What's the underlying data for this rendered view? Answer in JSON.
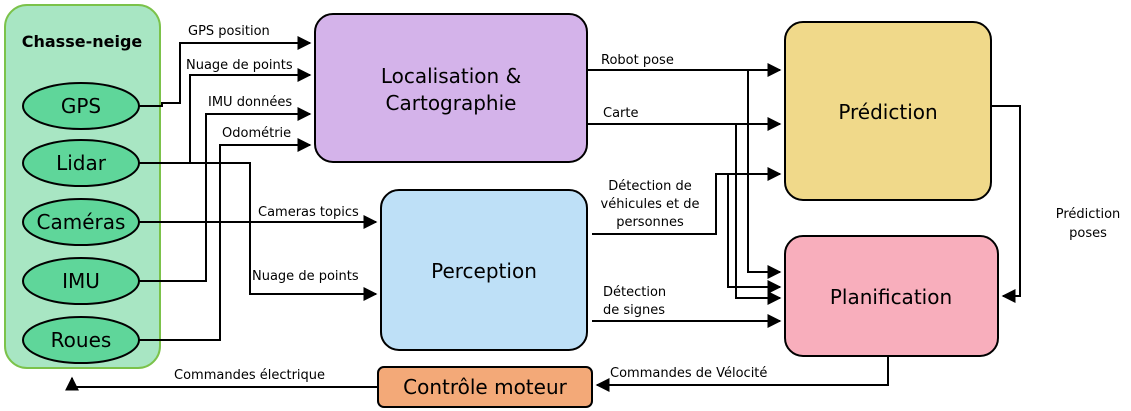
{
  "container": {
    "title": "Chasse-neige",
    "fill": "#a8e6c3",
    "stroke": "#7bc24a"
  },
  "sensors": {
    "gps": "GPS",
    "lidar": "Lidar",
    "cameras": "Caméras",
    "imu": "IMU",
    "roues": "Roues",
    "fill": "#5fd69a"
  },
  "blocks": {
    "localisation": {
      "line1": "Localisation &",
      "line2": "Cartographie",
      "fill": "#d4b3ea"
    },
    "perception": {
      "label": "Perception",
      "fill": "#bee0f7"
    },
    "prediction": {
      "label": "Prédiction",
      "fill": "#f0d98a"
    },
    "planification": {
      "label": "Planification",
      "fill": "#f8aebc"
    },
    "controle": {
      "label": "Contrôle moteur",
      "fill": "#f3a978"
    }
  },
  "edges": {
    "gps_position": "GPS position",
    "nuage_points_1": "Nuage de points",
    "imu_donnees": "IMU données",
    "odometrie": "Odométrie",
    "cameras_topics": "Cameras topics",
    "nuage_points_2": "Nuage de points",
    "robot_pose": "Robot pose",
    "carte": "Carte",
    "detection_vehicules": [
      "Détection de",
      "véhicules et de",
      "personnes"
    ],
    "detection_signes": [
      "Détection",
      "de signes"
    ],
    "prediction_poses": [
      "Prédiction",
      "poses"
    ],
    "commandes_velocite": "Commandes de Vélocité",
    "commandes_electrique": "Commandes électrique"
  }
}
